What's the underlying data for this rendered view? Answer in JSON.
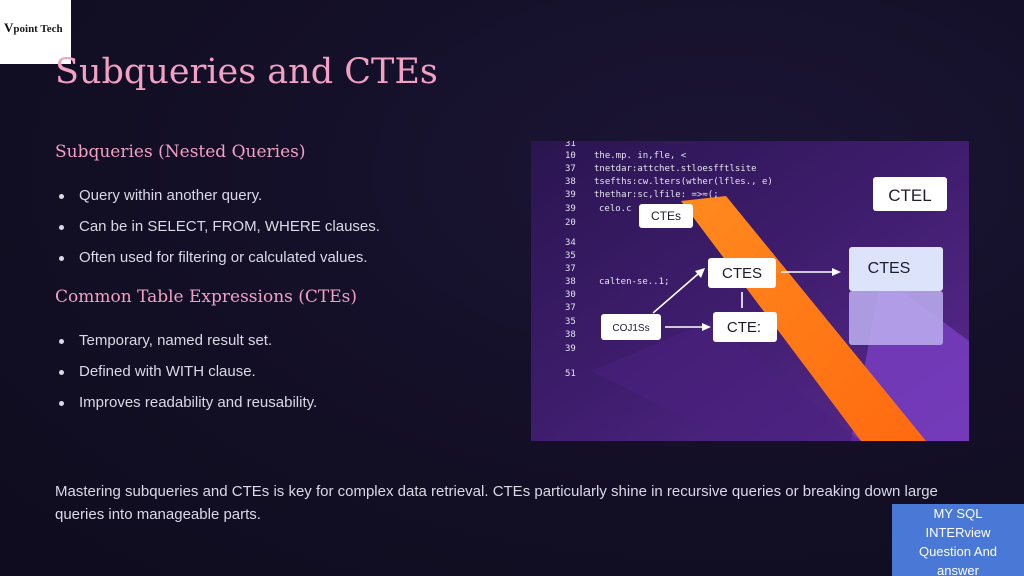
{
  "logo": {
    "mark": "V",
    "text": "point Tech"
  },
  "title": "Subqueries and CTEs",
  "subqueries": {
    "heading": "Subqueries (Nested Queries)",
    "bullets": [
      "Query within another query.",
      "Can be in SELECT, FROM, WHERE clauses.",
      "Often used for filtering or calculated values."
    ]
  },
  "ctes": {
    "heading": "Common Table Expressions (CTEs)",
    "bullets": [
      "Temporary, named result set.",
      "Defined with WITH clause.",
      "Improves readability and reusability."
    ]
  },
  "summary": "Mastering subqueries and CTEs is key for complex data retrieval. CTEs particularly shine in recursive queries or breaking down large queries into manageable parts.",
  "badge": {
    "line1": "MY SQL",
    "line2": "INTERview",
    "line3": "Question And",
    "line4": "answer"
  },
  "illustration": {
    "line_numbers": [
      "31",
      "10",
      "37",
      "38",
      "39",
      "39",
      "20",
      "34",
      "35",
      "37",
      "38",
      "30",
      "37",
      "35",
      "38",
      "39",
      "51"
    ],
    "code_lines": [
      "the.mp. in,fle,  <",
      "tnetdar:attchet.stloesfftlsite",
      "tsefths:cw.lters(wther(lfles., e)",
      "thethar:sc,lfile:  =>≈(;",
      "celo.c",
      "calten-se..1;"
    ],
    "labels": {
      "ctes_small": "CTEs",
      "ctel": "CTEL",
      "ctes_mid": "CTES",
      "ctes_right": "CTES",
      "cte_colon": "CTE:",
      "coj": "COJ1Ss"
    }
  },
  "colors": {
    "title": "#f2a0c4",
    "background": "#130f26",
    "illustration_bg": "#3d1d6a",
    "orange": "#ff7a14",
    "badge": "#4a78d6"
  }
}
